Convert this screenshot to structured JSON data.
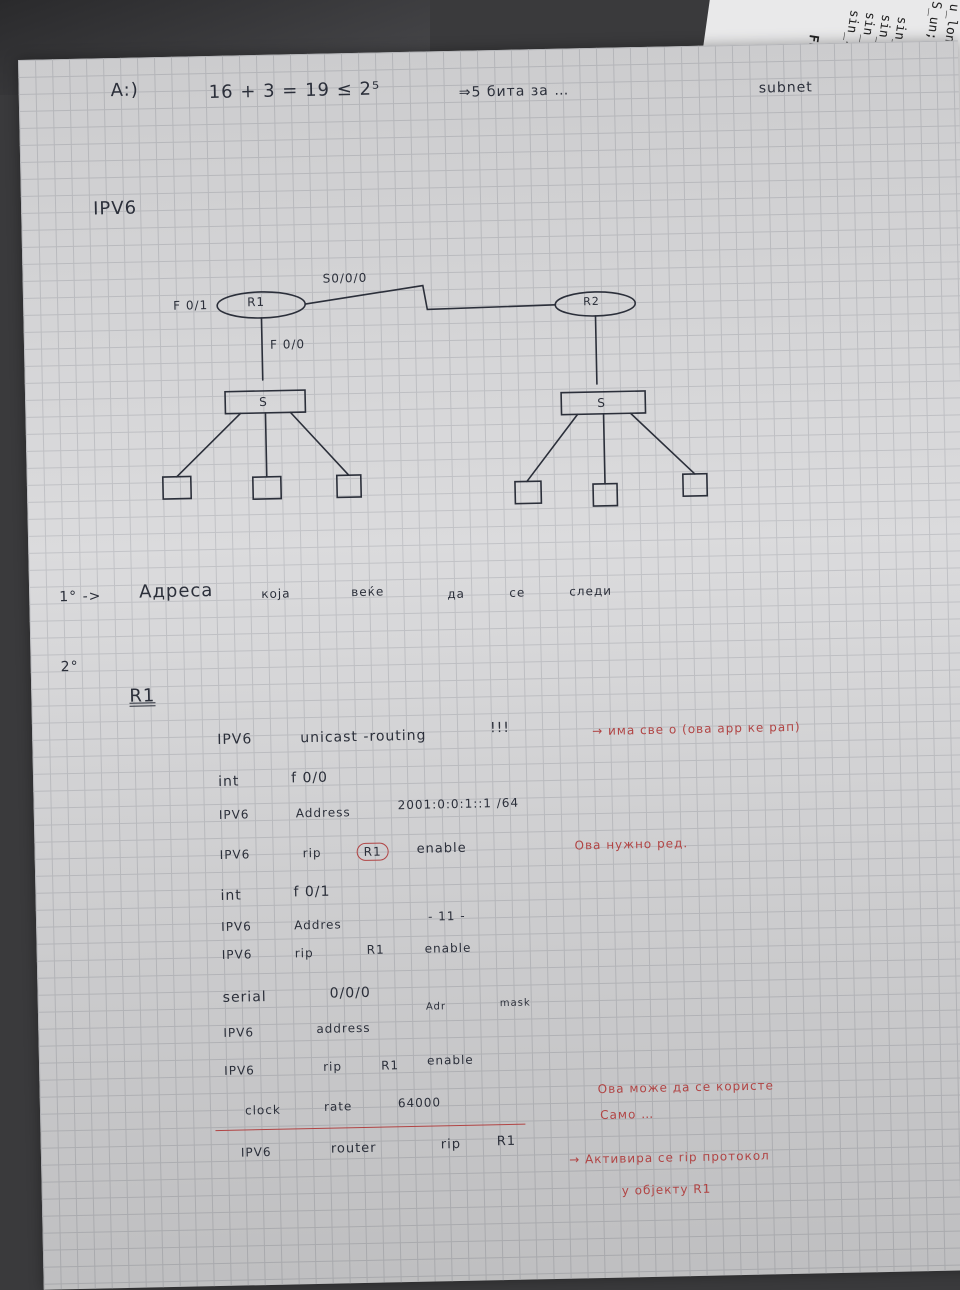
{
  "header": {
    "label_a": "A:)",
    "equation": "16 + 3 = 19 ≤ 2⁵",
    "arrow_note": "⇒5 бита за …",
    "right_word": "subnet"
  },
  "back_sheet": {
    "lines": [
      "u_long",
      "S_un;",
      "sin_family",
      "sin_port",
      "sin_addr",
      "sin_zer",
      "Fu"
    ]
  },
  "title": "IPV6",
  "diagram": {
    "r1_label": "R1",
    "r2_label": "R2",
    "r1_left_iface": "F 0/1",
    "r1_down_iface": "F 0/0",
    "serial_label": "S0/0/0",
    "switch_label": "S"
  },
  "notes": {
    "line1_num": "1° ->",
    "line1_text": [
      "Адреса",
      "која",
      "веќе",
      "да",
      "се",
      "следи"
    ],
    "line2_num": "2°",
    "section": "R1"
  },
  "config": [
    {
      "cmd": "IPV6",
      "arg": "unicast -routing",
      "extra": "!!!"
    },
    {
      "cmd": "int",
      "arg": "f 0/0",
      "extra": ""
    },
    {
      "cmd": "IPV6",
      "arg": "Address",
      "extra": "2001:0:0:1::1 /64"
    },
    {
      "cmd": "IPV6",
      "arg": "rip",
      "extra": "R1",
      "extra2": "enable"
    },
    {
      "cmd": "int",
      "arg": "f 0/1",
      "extra": ""
    },
    {
      "cmd": "IPV6",
      "arg": "Addres",
      "extra": "- 11 -"
    },
    {
      "cmd": "IPV6",
      "arg": "rip",
      "extra": "R1",
      "extra2": "enable"
    },
    {
      "cmd": "serial",
      "arg": "0/0/0",
      "extra": ""
    },
    {
      "cmd": "IPV6",
      "arg": "address",
      "extra": "Adr",
      "extra2": "mask"
    },
    {
      "cmd": "IPV6",
      "arg": "rip",
      "extra": "R1",
      "extra2": "enable"
    },
    {
      "cmd": "clock",
      "arg": "rate",
      "extra": "64000"
    },
    {
      "cmd": "IPV6",
      "arg": "router",
      "extra": "rip",
      "extra2": "R1"
    }
  ],
  "red_notes": {
    "n1": "→ има све о (ова арр ке рап)",
    "n2": "Ова нужно ред.",
    "n3": "Ова може да се користе",
    "n4": "Само …",
    "n5": "→ Активира се rip протокол",
    "n6": "у објекту R1"
  },
  "colors": {
    "ink": "#2b2f3a",
    "red_ink": "#b14444",
    "paper": "#d9d9db",
    "grid": "#bfc0c4"
  }
}
